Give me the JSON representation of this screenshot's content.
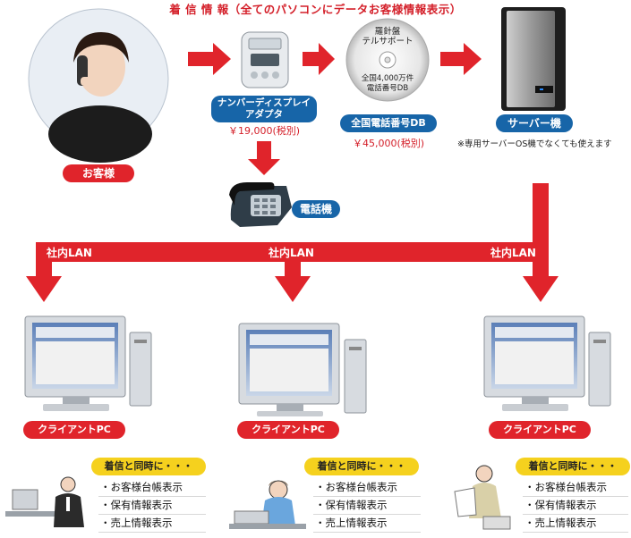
{
  "title": "着 信 情 報（全てのパソコンにデータお客様情報表示）",
  "customer": {
    "label": "お客様"
  },
  "adapter": {
    "label_line1": "ナンバーディスプレイ",
    "label_line2": "アダプタ",
    "price": "￥19,000(税別)"
  },
  "phone": {
    "label": "電話機"
  },
  "database": {
    "disc_line1": "羅針盤",
    "disc_line2": "テルサポート",
    "disc_line3": "全国4,000万件",
    "disc_line4": "電話番号DB",
    "label": "全国電話番号DB",
    "price": "￥45,000(税別)"
  },
  "server": {
    "label": "サーバー機",
    "note": "※専用サーバーOS機でなくても使えます"
  },
  "lan": {
    "label": "社内LAN"
  },
  "clients": [
    {
      "label": "クライアントPC",
      "callout": "着信と同時に・・・",
      "items": [
        "・お客様台帳表示",
        "・保有情報表示",
        "・売上情報表示"
      ]
    },
    {
      "label": "クライアントPC",
      "callout": "着信と同時に・・・",
      "items": [
        "・お客様台帳表示",
        "・保有情報表示",
        "・売上情報表示"
      ]
    },
    {
      "label": "クライアントPC",
      "callout": "着信と同時に・・・",
      "items": [
        "・お客様台帳表示",
        "・保有情報表示",
        "・売上情報表示"
      ]
    }
  ],
  "colors": {
    "red": "#e0242b",
    "blue": "#1765a8",
    "yellow": "#f5d11e"
  }
}
